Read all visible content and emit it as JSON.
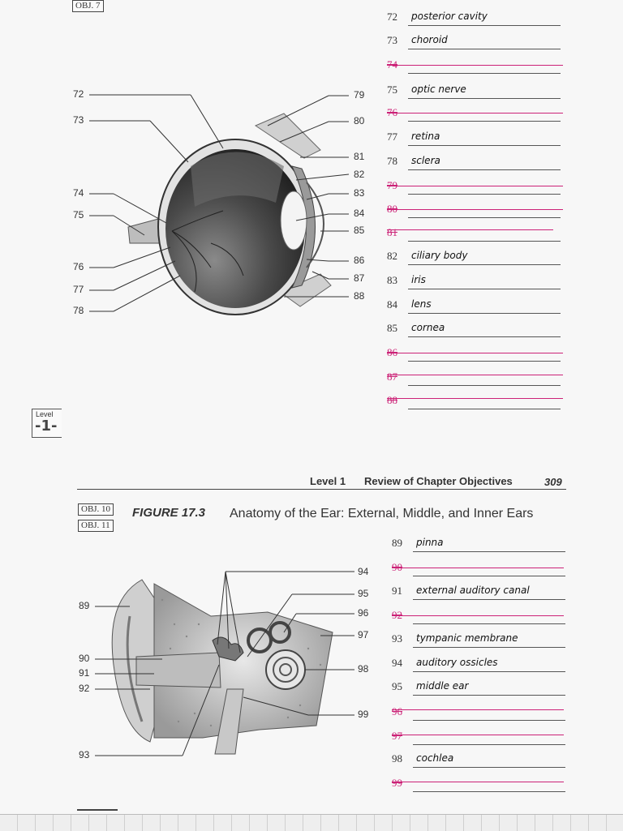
{
  "top_tag": "OBJ. 7",
  "eye_labels_left": [
    "72",
    "73",
    "74",
    "75",
    "76",
    "77",
    "78"
  ],
  "eye_labels_right": [
    "79",
    "80",
    "81",
    "82",
    "83",
    "84",
    "85",
    "86",
    "87",
    "88"
  ],
  "eye_answers": [
    {
      "num": "72",
      "text": "posterior cavity",
      "struck": false
    },
    {
      "num": "73",
      "text": "choroid",
      "struck": false
    },
    {
      "num": "74",
      "text": "",
      "struck": true
    },
    {
      "num": "75",
      "text": "optic nerve",
      "struck": false
    },
    {
      "num": "76",
      "text": "",
      "struck": true
    },
    {
      "num": "77",
      "text": "retina",
      "struck": false
    },
    {
      "num": "78",
      "text": "sclera",
      "struck": false
    },
    {
      "num": "79",
      "text": "",
      "struck": true
    },
    {
      "num": "80",
      "text": "",
      "struck": true
    },
    {
      "num": "81",
      "text": "",
      "struck": true
    },
    {
      "num": "82",
      "text": "ciliary body",
      "struck": false
    },
    {
      "num": "83",
      "text": "iris",
      "struck": false
    },
    {
      "num": "84",
      "text": "lens",
      "struck": false
    },
    {
      "num": "85",
      "text": "cornea",
      "struck": false
    },
    {
      "num": "86",
      "text": "",
      "struck": true
    },
    {
      "num": "87",
      "text": "",
      "struck": true
    },
    {
      "num": "88",
      "text": "",
      "struck": true
    }
  ],
  "level_badge": {
    "top": "Level",
    "num": "-1-"
  },
  "page_header": {
    "level": "Level 1",
    "title": "Review of Chapter Objectives",
    "page": "309"
  },
  "figure": {
    "obj_a": "OBJ. 10",
    "obj_b": "OBJ. 11",
    "label": "FIGURE 17.3",
    "caption": "Anatomy of the Ear: External, Middle, and Inner Ears"
  },
  "ear_labels_left": [
    "89",
    "90",
    "91",
    "92",
    "93"
  ],
  "ear_labels_right": [
    "94",
    "95",
    "96",
    "97",
    "98",
    "99"
  ],
  "ear_answers": [
    {
      "num": "89",
      "text": "pinna",
      "struck": false
    },
    {
      "num": "90",
      "text": "",
      "struck": true
    },
    {
      "num": "91",
      "text": "external auditory canal",
      "struck": false
    },
    {
      "num": "92",
      "text": "",
      "struck": true
    },
    {
      "num": "93",
      "text": "tympanic membrane",
      "struck": false
    },
    {
      "num": "94",
      "text": "auditory ossicles",
      "struck": false
    },
    {
      "num": "95",
      "text": "middle ear",
      "struck": false
    },
    {
      "num": "96",
      "text": "",
      "struck": true
    },
    {
      "num": "97",
      "text": "",
      "struck": true
    },
    {
      "num": "98",
      "text": "cochlea",
      "struck": false
    },
    {
      "num": "99",
      "text": "",
      "struck": true
    }
  ]
}
